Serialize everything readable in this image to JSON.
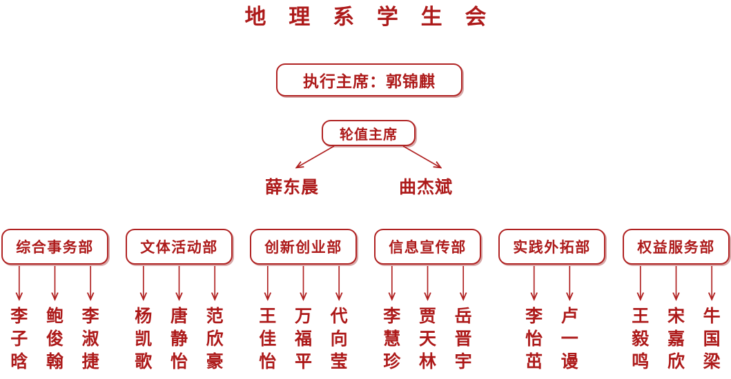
{
  "title": "地 理 系 学 生 会",
  "colors": {
    "primary_red": "#AD1A1A",
    "border_red": "#B02222",
    "arrow_red": "#B02222",
    "background": "#FFFFFF"
  },
  "executive_chair": {
    "label": "执行主席：郭锦麒"
  },
  "rotating_chair": {
    "label": "轮值主席",
    "members": [
      {
        "name": "薛东晨"
      },
      {
        "name": "曲杰斌"
      }
    ]
  },
  "departments": [
    {
      "name": "综合事务部",
      "members": [
        {
          "name": "李子晗",
          "chars": [
            "李",
            "子",
            "晗"
          ]
        },
        {
          "name": "鲍俊翰",
          "chars": [
            "鲍",
            "俊",
            "翰"
          ]
        },
        {
          "name": "李淑捷",
          "chars": [
            "李",
            "淑",
            "捷"
          ]
        }
      ]
    },
    {
      "name": "文体活动部",
      "members": [
        {
          "name": "杨凯歌",
          "chars": [
            "杨",
            "凯",
            "歌"
          ]
        },
        {
          "name": "唐静怡",
          "chars": [
            "唐",
            "静",
            "怡"
          ]
        },
        {
          "name": "范欣豪",
          "chars": [
            "范",
            "欣",
            "豪"
          ]
        }
      ]
    },
    {
      "name": "创新创业部",
      "members": [
        {
          "name": "王佳怡",
          "chars": [
            "王",
            "佳",
            "怡"
          ]
        },
        {
          "name": "万福平",
          "chars": [
            "万",
            "福",
            "平"
          ]
        },
        {
          "name": "代向莹",
          "chars": [
            "代",
            "向",
            "莹"
          ]
        }
      ]
    },
    {
      "name": "信息宣传部",
      "members": [
        {
          "name": "李慧珍",
          "chars": [
            "李",
            "慧",
            "珍"
          ]
        },
        {
          "name": "贾天林",
          "chars": [
            "贾",
            "天",
            "林"
          ]
        },
        {
          "name": "岳晋宇",
          "chars": [
            "岳",
            "晋",
            "宇"
          ]
        }
      ]
    },
    {
      "name": "实践外拓部",
      "members": [
        {
          "name": "李怡茁",
          "chars": [
            "李",
            "怡",
            "茁"
          ]
        },
        {
          "name": "卢一谩",
          "chars": [
            "卢",
            "一",
            "谩"
          ]
        }
      ]
    },
    {
      "name": "权益服务部",
      "members": [
        {
          "name": "王毅鸣",
          "chars": [
            "王",
            "毅",
            "鸣"
          ]
        },
        {
          "name": "宋嘉欣",
          "chars": [
            "宋",
            "嘉",
            "欣"
          ]
        },
        {
          "name": "牛国梁",
          "chars": [
            "牛",
            "国",
            "梁"
          ]
        }
      ]
    }
  ]
}
